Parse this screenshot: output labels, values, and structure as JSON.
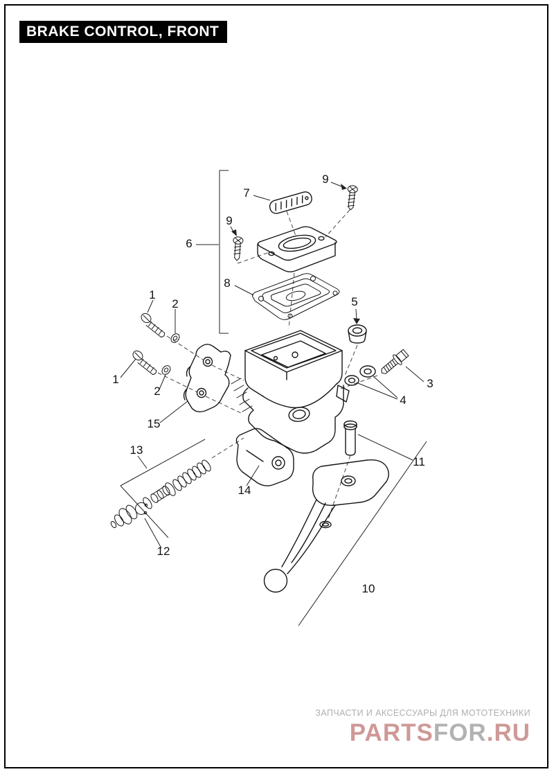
{
  "page": {
    "title": "BRAKE CONTROL, FRONT"
  },
  "diagram": {
    "name": "front-brake-master-cylinder-exploded-view",
    "callouts": [
      {
        "label": "7"
      },
      {
        "label": "9"
      },
      {
        "label": "9"
      },
      {
        "label": "6"
      },
      {
        "label": "8"
      },
      {
        "label": "1"
      },
      {
        "label": "2"
      },
      {
        "label": "5"
      },
      {
        "label": "1"
      },
      {
        "label": "2"
      },
      {
        "label": "3"
      },
      {
        "label": "4"
      },
      {
        "label": "15"
      },
      {
        "label": "13"
      },
      {
        "label": "14"
      },
      {
        "label": "11"
      },
      {
        "label": "12"
      },
      {
        "label": "10"
      }
    ]
  },
  "watermark": {
    "tagline": "ЗАПЧАСТИ И АКСЕССУАРЫ ДЛЯ МОТОТЕХНИКИ",
    "logo_segments": [
      {
        "text": "PARTS",
        "color": "#c4807e"
      },
      {
        "text": "FOR",
        "color": "#a0a0a0"
      },
      {
        "text": ".RU",
        "color": "#c4807e"
      }
    ]
  }
}
